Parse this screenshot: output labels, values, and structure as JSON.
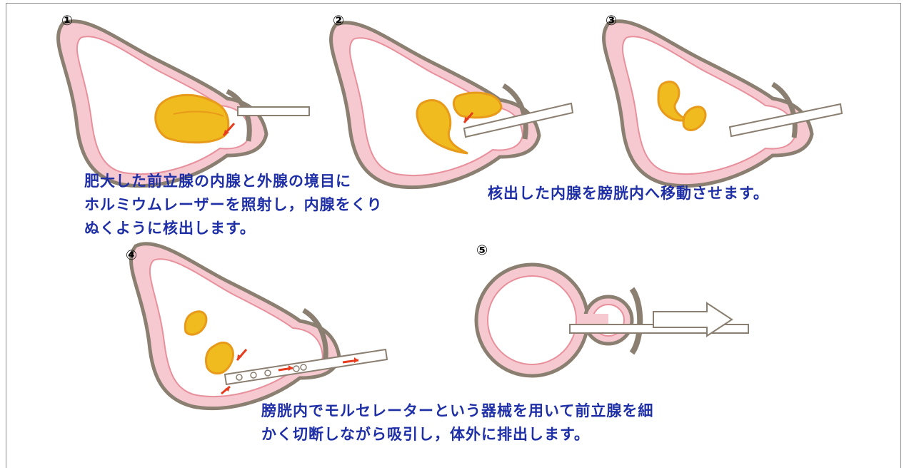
{
  "colors": {
    "outline": "#8a7f70",
    "wall": "#f6c9d0",
    "wall_line": "#e8909c",
    "gland": "#f0bb1e",
    "gland_edge": "#e89a1a",
    "arrow": "#e63c1e",
    "text": "#1f2fa6"
  },
  "steps": [
    {
      "number": "①",
      "icon": "circled-number-1"
    },
    {
      "number": "②",
      "icon": "circled-number-2"
    },
    {
      "number": "③",
      "icon": "circled-number-3"
    },
    {
      "number": "④",
      "icon": "circled-number-4"
    },
    {
      "number": "⑤",
      "icon": "circled-number-5"
    }
  ],
  "captions": {
    "step1": [
      "肥大した前立腺の内腺と外腺の境目に",
      "ホルミウムレーザーを照射し，内腺をくり",
      "ぬくように核出します。"
    ],
    "step3": [
      "核出した内腺を膀胱内へ移動させます。"
    ],
    "step4": [
      "膀胱内でモルセレーターという器械を用いて前立腺を細",
      "かく切断しながら吸引し，体外に排出します。"
    ]
  }
}
